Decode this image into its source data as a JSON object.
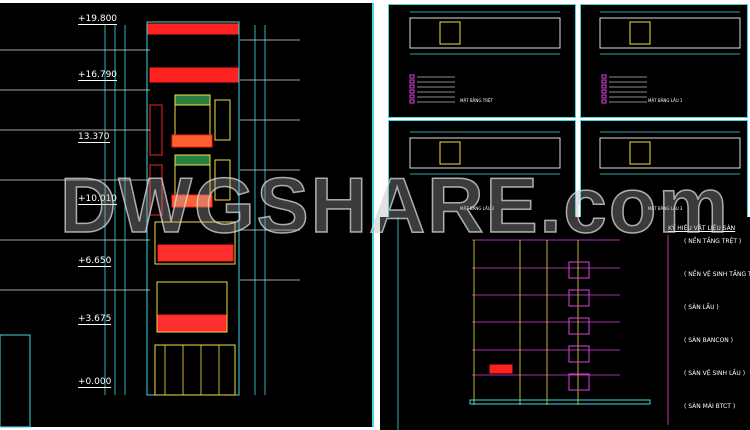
{
  "elevation": {
    "levels": [
      "+19.800",
      "+16.790",
      "13.370",
      "+10.010",
      "+6.650",
      "+3.675",
      "+0.000"
    ]
  },
  "legend": {
    "title": "KÝ HIỆU VẬT LIỆU SÀN",
    "items": [
      "( NỀN TẦNG TRỆT )",
      "( NỀN VỆ SINH TẦNG TRỆT )",
      "( SÀN LẦU )",
      "( SÀN BANCON )",
      "( SÀN VỆ SINH LẦU )",
      "( SÀN MÁI BTCT )"
    ]
  },
  "plans": [
    "MẶT BẰNG TRỆT",
    "MẶT BẰNG LẦU 1",
    "MẶT BẰNG LẦU 2",
    "MẶT BẰNG LẦU 3"
  ],
  "watermark": "DWGSHARE.com",
  "colors": {
    "background": "#000000",
    "cyan": "#3fd8e0",
    "red": "#ff2020",
    "yellow": "#f0e040",
    "magenta": "#e040e0"
  }
}
